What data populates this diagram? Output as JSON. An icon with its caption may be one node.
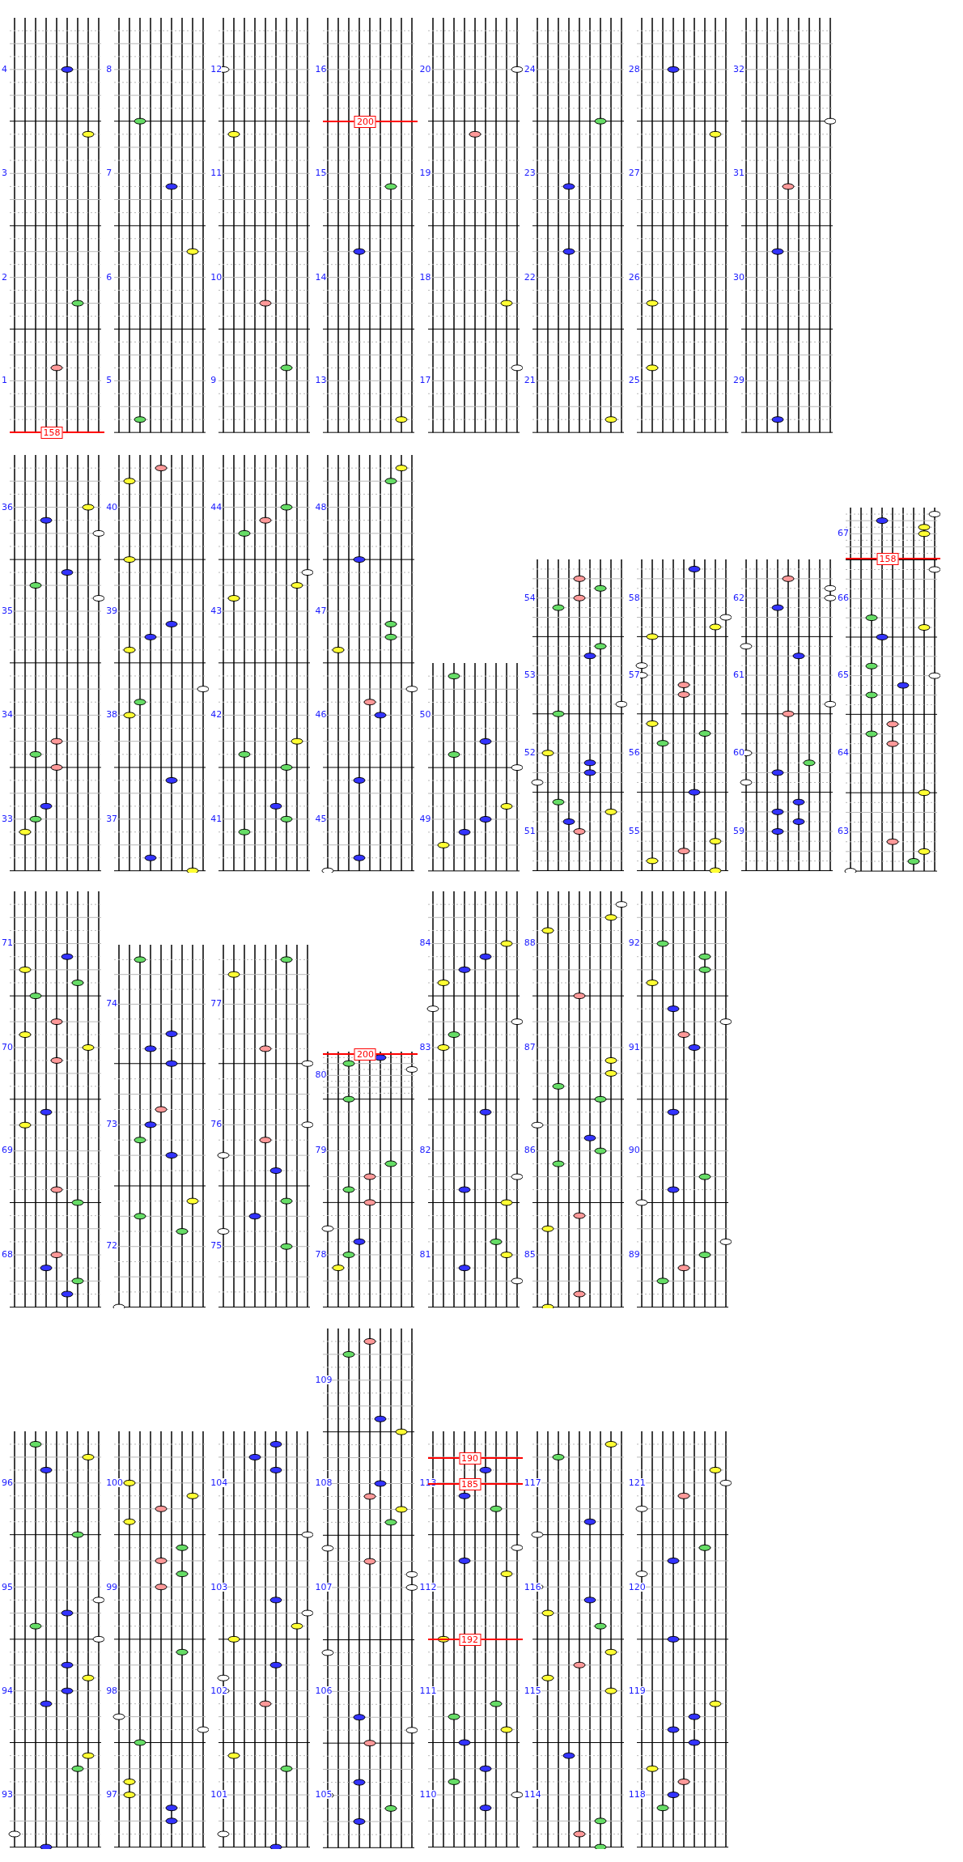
{
  "diagram": {
    "labels": [
      "1",
      "2",
      "3",
      "4",
      "5",
      "6",
      "7",
      "8",
      "9",
      "10",
      "11",
      "12",
      "13",
      "14",
      "15",
      "16",
      "17",
      "18",
      "19",
      "20",
      "21",
      "22",
      "23",
      "24",
      "25",
      "26",
      "27",
      "28",
      "29",
      "30",
      "31",
      "32",
      "33",
      "34",
      "35",
      "36",
      "37",
      "38",
      "39",
      "40",
      "41",
      "42",
      "43",
      "44",
      "45",
      "46",
      "47",
      "48",
      "49",
      "50",
      "51",
      "52",
      "53",
      "54",
      "55",
      "56",
      "57",
      "58",
      "59",
      "60",
      "61",
      "62",
      "63",
      "64",
      "65",
      "66",
      "67",
      "68",
      "69",
      "70",
      "71",
      "72",
      "73",
      "74",
      "75",
      "76",
      "77",
      "78",
      "79",
      "80",
      "81",
      "82",
      "83",
      "84",
      "85",
      "86",
      "87",
      "88",
      "89",
      "90",
      "91",
      "92",
      "93",
      "94",
      "95",
      "96",
      "97",
      "98",
      "99",
      "100",
      "101",
      "102",
      "103",
      "104",
      "105",
      "106",
      "107",
      "108",
      "109",
      "110",
      "111",
      "112",
      "113",
      "114",
      "115",
      "116",
      "117",
      "118",
      "119",
      "120",
      "121",
      "158",
      "200",
      "158",
      "200",
      "190",
      "185",
      "192"
    ]
  }
}
